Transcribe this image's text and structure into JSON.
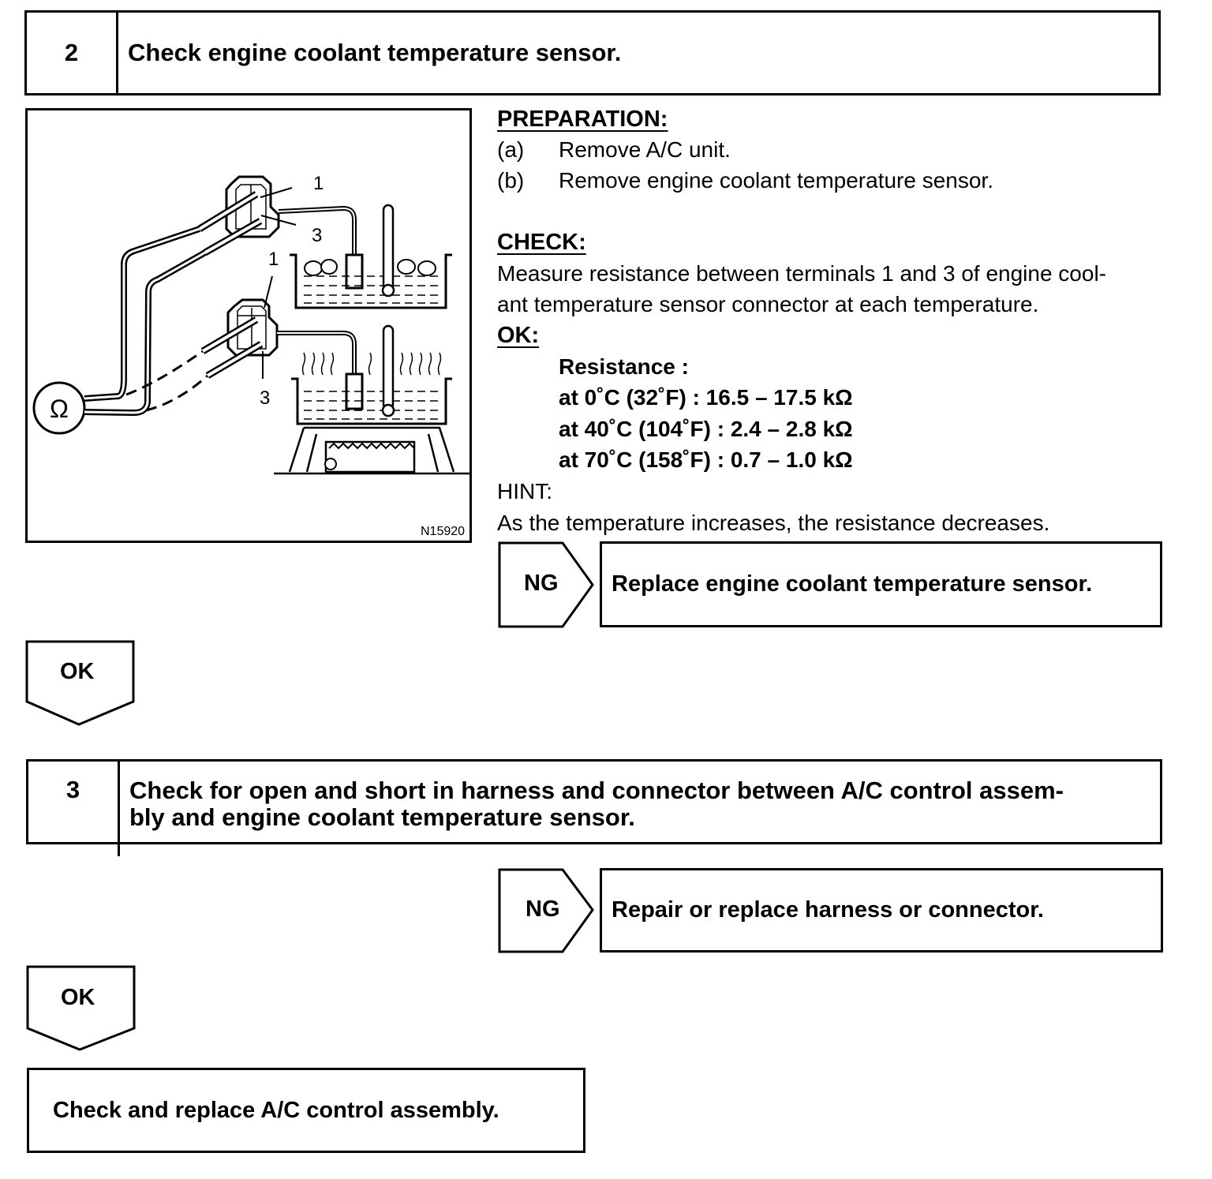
{
  "step2": {
    "number": "2",
    "title": "Check engine coolant temperature sensor."
  },
  "figure": {
    "id": "N15920",
    "terminal_1_top": "1",
    "terminal_3_top": "3",
    "terminal_1_bottom": "1",
    "terminal_3_bottom": "3",
    "ohmmeter_symbol": "Ω"
  },
  "preparation": {
    "heading": "PREPARATION:",
    "items": [
      {
        "marker": "(a)",
        "text": "Remove A/C unit."
      },
      {
        "marker": "(b)",
        "text": "Remove engine coolant temperature sensor."
      }
    ]
  },
  "check": {
    "heading": "CHECK:",
    "line1": "Measure resistance between terminals 1 and 3 of engine cool-",
    "line2": "ant temperature sensor connector at each temperature."
  },
  "ok_spec": {
    "heading": "OK:",
    "label": "Resistance :",
    "rows": [
      "at 0˚C (32˚F) : 16.5 – 17.5 kΩ",
      "at 40˚C (104˚F) : 2.4 – 2.8 kΩ",
      "at 70˚C (158˚F) : 0.7 – 1.0 kΩ"
    ]
  },
  "hint": {
    "heading": "HINT:",
    "text": "As the temperature increases, the resistance decreases."
  },
  "ng1": {
    "label": "NG",
    "action": "Replace engine coolant temperature sensor."
  },
  "ok1": {
    "label": "OK"
  },
  "step3": {
    "number": "3",
    "title_line1": "Check for open and short in harness and connector between A/C control assem-",
    "title_line2": "bly and engine coolant temperature sensor."
  },
  "ng2": {
    "label": "NG",
    "action": "Repair or replace harness or connector."
  },
  "ok2": {
    "label": "OK"
  },
  "final_step": {
    "text": "Check and replace A/C control assembly."
  }
}
